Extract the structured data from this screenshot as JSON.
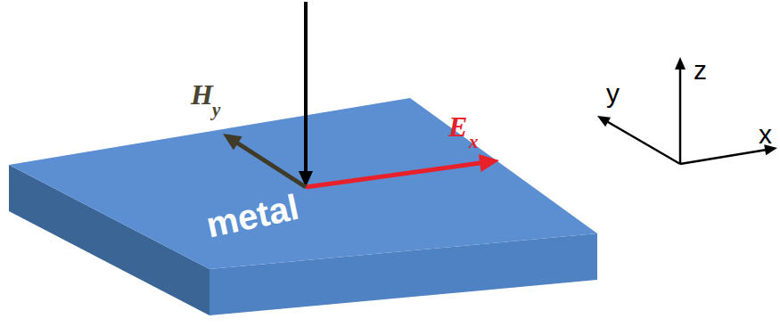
{
  "diagram": {
    "nodes": [
      {
        "text": [
          "metal"
        ]
      }
    ],
    "labels": [
      "H",
      "y",
      "E",
      "x",
      "y",
      "z",
      "x"
    ]
  }
}
